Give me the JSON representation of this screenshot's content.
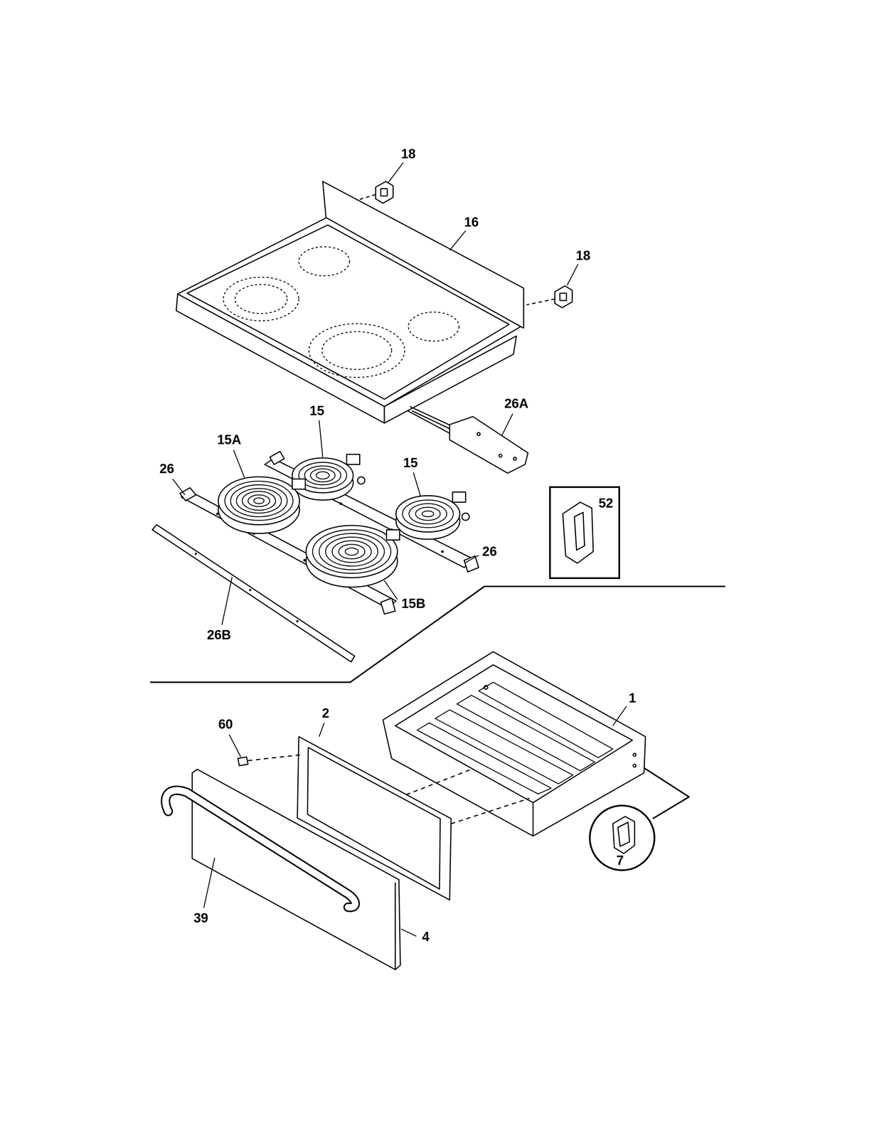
{
  "diagram": {
    "nodes": [
      {
        "text": [
          "52"
        ]
      },
      {
        "text": [
          "7"
        ]
      }
    ],
    "labels": [
      "18",
      "16",
      "18",
      "26A",
      "15",
      "15A",
      "15",
      "26",
      "26",
      "15B",
      "26B",
      "1",
      "2",
      "60",
      "39",
      "4"
    ]
  }
}
